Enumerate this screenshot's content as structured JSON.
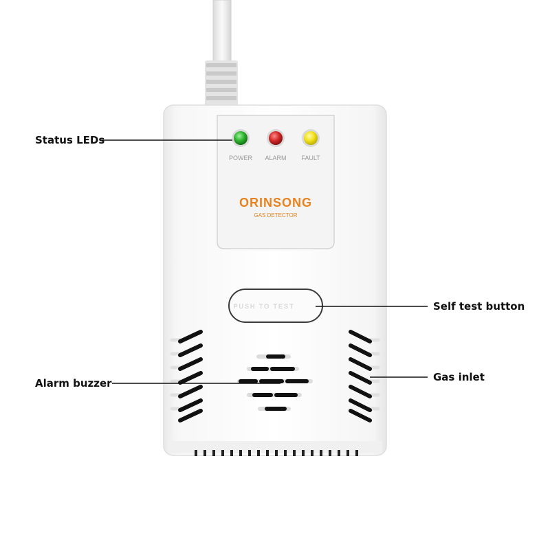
{
  "device": {
    "brand": "ORINSONG",
    "product": "GAS DETECTOR",
    "leds": [
      {
        "label": "POWER",
        "color": "#2fb52f"
      },
      {
        "label": "ALARM",
        "color": "#d42a2a"
      },
      {
        "label": "FAULT",
        "color": "#f2e21c"
      }
    ],
    "button_text": "PUSH TO TEST",
    "brand_color": "#e8821e"
  },
  "callouts": {
    "status_leds": "Status LEDs",
    "self_test_button": "Self test button",
    "alarm_buzzer": "Alarm buzzer",
    "gas_inlet": "Gas inlet"
  }
}
